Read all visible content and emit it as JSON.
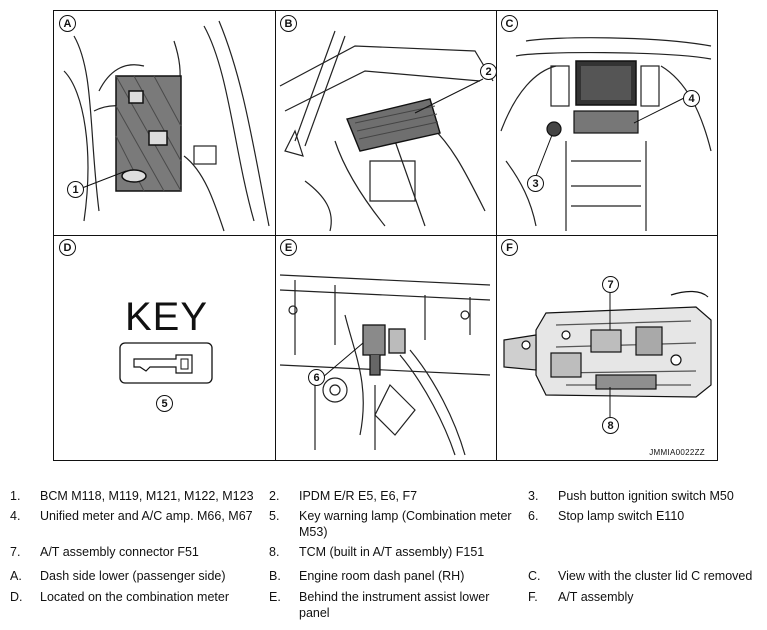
{
  "panels": {
    "A": {
      "letter": "A",
      "callouts": [
        "1"
      ]
    },
    "B": {
      "letter": "B",
      "callouts": [
        "2"
      ]
    },
    "C": {
      "letter": "C",
      "callouts": [
        "3",
        "4"
      ]
    },
    "D": {
      "letter": "D",
      "key_word": "KEY",
      "callouts": [
        "5"
      ]
    },
    "E": {
      "letter": "E",
      "callouts": [
        "6"
      ]
    },
    "F": {
      "letter": "F",
      "callouts": [
        "7",
        "8"
      ],
      "figure_code": "JMMIA0022ZZ"
    }
  },
  "legend": [
    {
      "key": "1.",
      "text": "BCM M118, M119, M121, M122, M123"
    },
    {
      "key": "2.",
      "text": "IPDM E/R E5, E6, F7"
    },
    {
      "key": "3.",
      "text": "Push button ignition switch M50"
    },
    {
      "key": "4.",
      "text": "Unified meter and A/C amp. M66, M67"
    },
    {
      "key": "5.",
      "text": "Key warning lamp (Combination meter M53)"
    },
    {
      "key": "6.",
      "text": "Stop lamp switch E110"
    },
    {
      "key": "7.",
      "text": "A/T assembly connector F51"
    },
    {
      "key": "8.",
      "text": "TCM (built in A/T assembly) F151"
    },
    {
      "key": "A.",
      "text": "Dash side lower (passenger side)"
    },
    {
      "key": "B.",
      "text": "Engine room dash panel (RH)"
    },
    {
      "key": "C.",
      "text": "View with the cluster lid C removed"
    },
    {
      "key": "D.",
      "text": "Located on the combination meter"
    },
    {
      "key": "E.",
      "text": "Behind the instrument assist lower panel"
    },
    {
      "key": "F.",
      "text": "A/T assembly"
    }
  ]
}
